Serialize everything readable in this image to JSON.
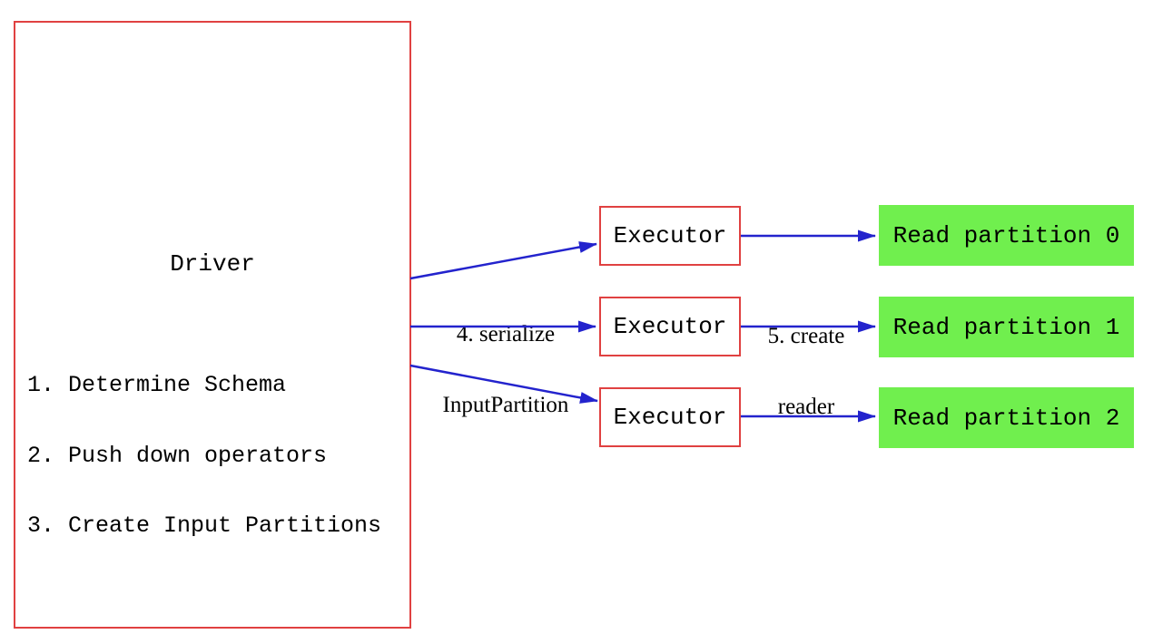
{
  "driver": {
    "title": "Driver",
    "steps": [
      "1. Determine Schema",
      "2. Push down operators",
      "3. Create Input Partitions"
    ]
  },
  "executors": [
    {
      "label": "Executor"
    },
    {
      "label": "Executor"
    },
    {
      "label": "Executor"
    }
  ],
  "read_partitions": [
    {
      "label": "Read partition 0"
    },
    {
      "label": "Read partition 1"
    },
    {
      "label": "Read partition 2"
    }
  ],
  "arrow_labels": {
    "serialize_line1": "4. serialize",
    "serialize_line2": "InputPartition",
    "create_reader_line1": "5. create",
    "create_reader_line2": "reader"
  },
  "colors": {
    "box_border": "#e04141",
    "arrow": "#2323cd",
    "partition_fill": "#70ef4e",
    "text": "#000000",
    "background": "#ffffff"
  }
}
